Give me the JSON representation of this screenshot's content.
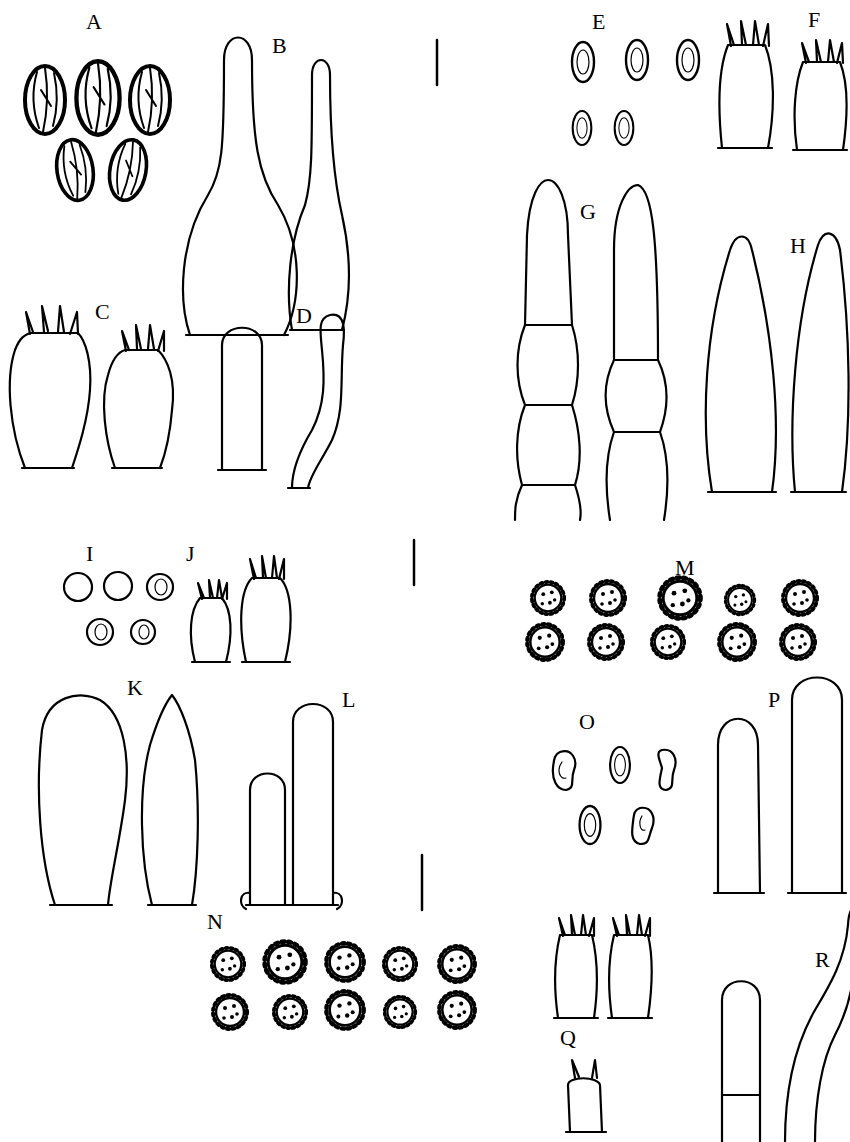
{
  "diagram": {
    "labels": [
      "A",
      "B",
      "C",
      "D",
      "E",
      "F",
      "G",
      "H",
      "I",
      "J",
      "K",
      "L",
      "M",
      "N",
      "O",
      "P",
      "Q",
      "R"
    ]
  }
}
